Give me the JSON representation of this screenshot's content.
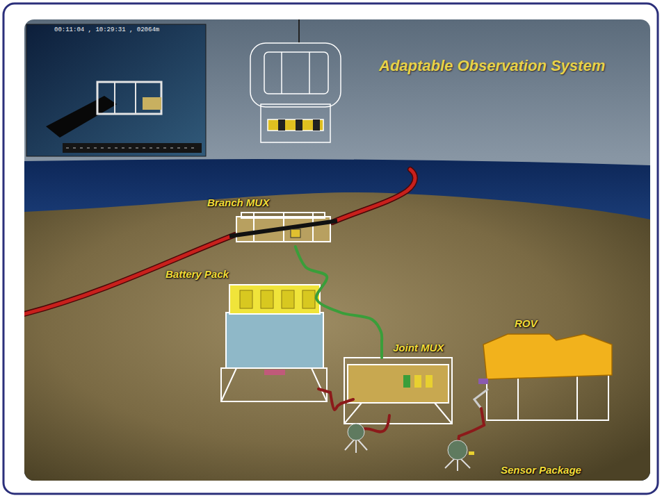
{
  "diagram": {
    "title": "Adaptable Observation System",
    "nodes": [
      {
        "text": [
          "Branch MUX"
        ]
      },
      {
        "text": [
          "Battery Pack"
        ]
      },
      {
        "text": [
          "Joint MUX"
        ]
      },
      {
        "text": [
          "ROV"
        ]
      },
      {
        "text": [
          "Sensor Package"
        ]
      }
    ],
    "edges": [
      {
        "from": 0,
        "to": 2,
        "arrow": "none"
      },
      {
        "from": 1,
        "to": 2,
        "arrow": "none"
      },
      {
        "from": 3,
        "to": 4,
        "arrow": "none"
      }
    ],
    "labels": [
      "00:11:04 , 10:29:31 , 02064m"
    ]
  }
}
